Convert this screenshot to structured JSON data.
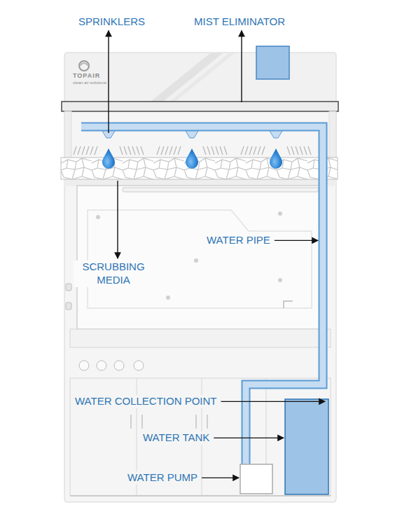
{
  "diagram": {
    "labels": [
      "SPRINKLERS",
      "MIST ELIMINATOR",
      "TOPAIR",
      "clean air solutions",
      "WATER PIPE",
      "SCRUBBING MEDIA",
      "WATER COLLECTION POINT",
      "WATER TANK",
      "WATER PUMP"
    ]
  }
}
